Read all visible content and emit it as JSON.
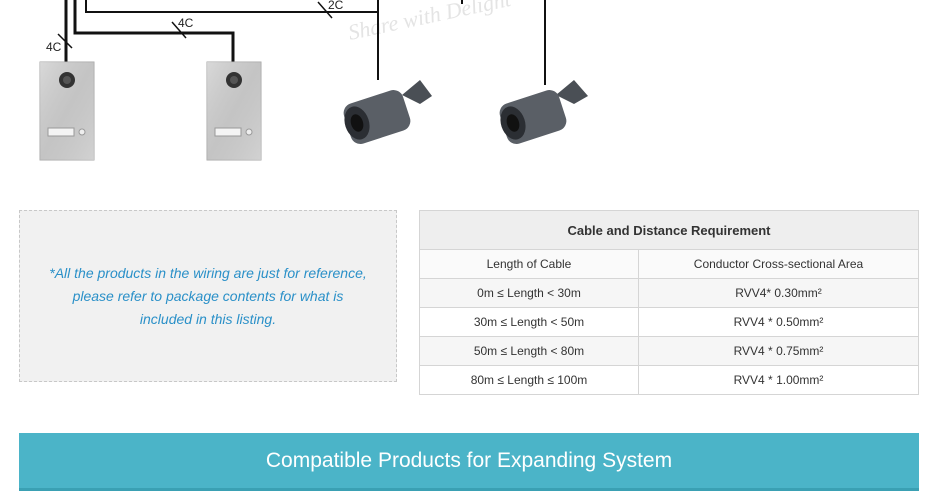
{
  "diagram": {
    "wire_labels": [
      "4C",
      "4C",
      "2C"
    ],
    "watermark": "Share with Delight"
  },
  "note": {
    "text": "*All the products in the wiring are just for reference, please refer to package contents for what is included in this listing."
  },
  "table": {
    "title": "Cable and Distance Requirement",
    "columns": [
      "Length of Cable",
      "Conductor Cross-sectional Area"
    ],
    "rows": [
      [
        "0m ≤ Length < 30m",
        "RVV4* 0.30mm²"
      ],
      [
        "30m ≤ Length < 50m",
        "RVV4 * 0.50mm²"
      ],
      [
        "50m ≤ Length < 80m",
        "RVV4 * 0.75mm²"
      ],
      [
        "80m ≤ Length ≤ 100m",
        "RVV4 * 1.00mm²"
      ]
    ]
  },
  "banner": {
    "text": "Compatible Products for Expanding System"
  }
}
